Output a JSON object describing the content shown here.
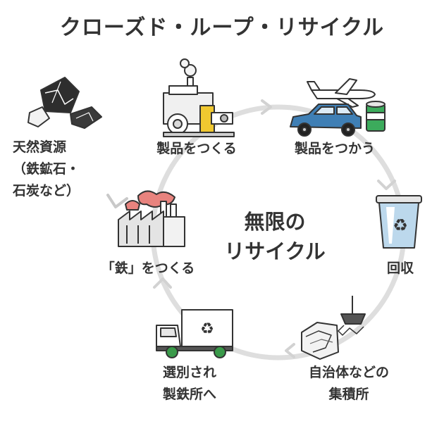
{
  "title": "クローズド・ループ・リサイクル",
  "center": {
    "line1": "無限の",
    "line2": "リサイクル"
  },
  "nodes": {
    "natural_resources": {
      "line1": "天然資源",
      "line2": "（鉄鉱石・",
      "line3": "石炭など）"
    },
    "make_products": {
      "label": "製品をつくる"
    },
    "use_products": {
      "label": "製品をつかう"
    },
    "collection": {
      "label": "回収"
    },
    "accumulation": {
      "line1": "自治体などの",
      "line2": "集積所"
    },
    "sorting": {
      "line1": "選別され",
      "line2": "製鉄所へ"
    },
    "make_iron": {
      "label": "「鉄」をつくる"
    }
  },
  "colors": {
    "cycle_ring": "#dedede",
    "smoke_red": "#e8837e",
    "car_blue": "#3f7fb5",
    "bin_blue": "#bcd8ec",
    "can_green": "#3cab5c",
    "truck_wheel": "#3a9a4a"
  },
  "icons": {
    "recycle": "♻"
  }
}
